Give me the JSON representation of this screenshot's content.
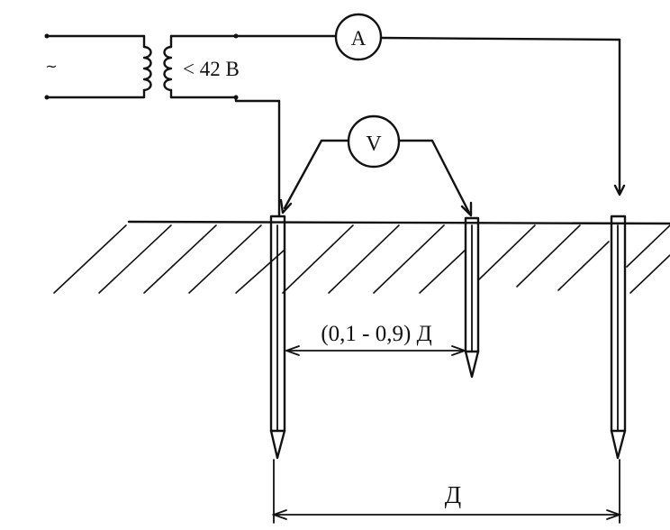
{
  "labels": {
    "ac_symbol": "~",
    "voltage": "< 42 В",
    "ammeter": "A",
    "voltmeter": "V",
    "probe_distance": "(0,1 - 0,9) Д",
    "total_distance": "Д"
  },
  "colors": {
    "ink": "#111111",
    "background": "#ffffff"
  }
}
